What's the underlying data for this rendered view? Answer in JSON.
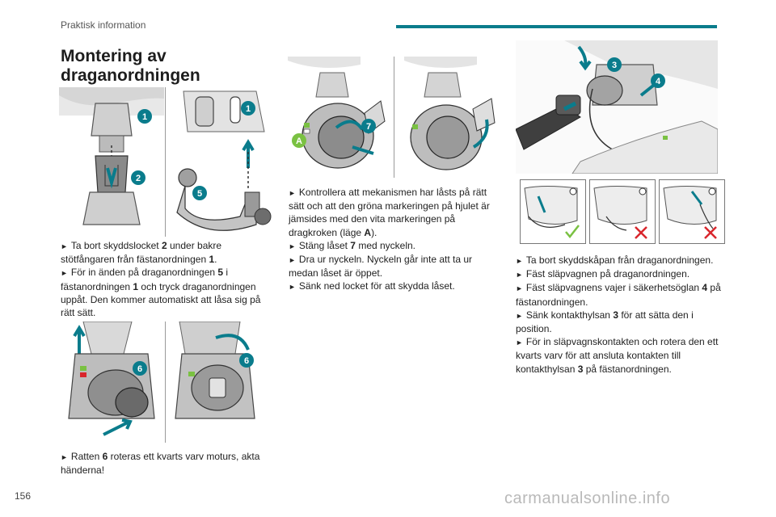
{
  "header": {
    "section": "Praktisk information"
  },
  "page": {
    "number": "156",
    "watermark": "carmanualsonline.info"
  },
  "title": {
    "line1": "Montering av",
    "line2": "draganordningen"
  },
  "callouts": {
    "n1": "1",
    "n2": "2",
    "n3": "3",
    "n4": "4",
    "n5": "5",
    "n6": "6",
    "n7": "7",
    "nA": "A"
  },
  "col1": {
    "p1_pre": "Ta bort skyddslocket ",
    "p1_b": "2",
    "p1_mid": " under bakre stötfångaren från fästanordningen ",
    "p1_b2": "1",
    "p1_post": ".",
    "p2_pre": "För in änden på draganordningen ",
    "p2_b": "5",
    "p2_mid": " i fästanordningen ",
    "p2_b2": "1",
    "p2_post": " och tryck draganordningen uppåt. Den kommer automatiskt att låsa sig på rätt sätt.",
    "p3_pre": "Ratten ",
    "p3_b": "6",
    "p3_post": " roteras ett kvarts varv moturs, akta händerna!"
  },
  "col2": {
    "p1_pre": "Kontrollera att mekanismen har låsts på rätt sätt och att den gröna markeringen på hjulet är jämsides med den vita markeringen på dragkroken (läge ",
    "p1_b": "A",
    "p1_post": ").",
    "p2_pre": "Stäng låset ",
    "p2_b": "7",
    "p2_post": " med nyckeln.",
    "p3": "Dra ur nyckeln. Nyckeln går inte att ta ur medan låset är öppet.",
    "p4": "Sänk ned locket för att skydda låset."
  },
  "col3": {
    "p1": "Ta bort skyddskåpan från draganordningen.",
    "p2": "Fäst släpvagnen på draganordningen.",
    "p3_pre": "Fäst släpvagnens vajer i säkerhetsöglan ",
    "p3_b": "4",
    "p3_post": " på fästanordningen.",
    "p4_pre": "Sänk kontakthylsan ",
    "p4_b": "3",
    "p4_post": " för att sätta den i position.",
    "p5_pre": "För in släpvagnskontakten och rotera den ett kvarts varv för att ansluta kontakten till kontakthylsan ",
    "p5_b": "3",
    "p5_post": " på fästanordningen."
  },
  "bullet": "►",
  "colors": {
    "accent": "#0a7c8c",
    "green": "#7ac142",
    "red": "#d9262c"
  },
  "icons": [
    "bullet-arrow-icon",
    "callout-badge-icon",
    "check-mark-icon",
    "cross-mark-icon",
    "push-arrow-icon",
    "rotate-arrow-icon"
  ]
}
